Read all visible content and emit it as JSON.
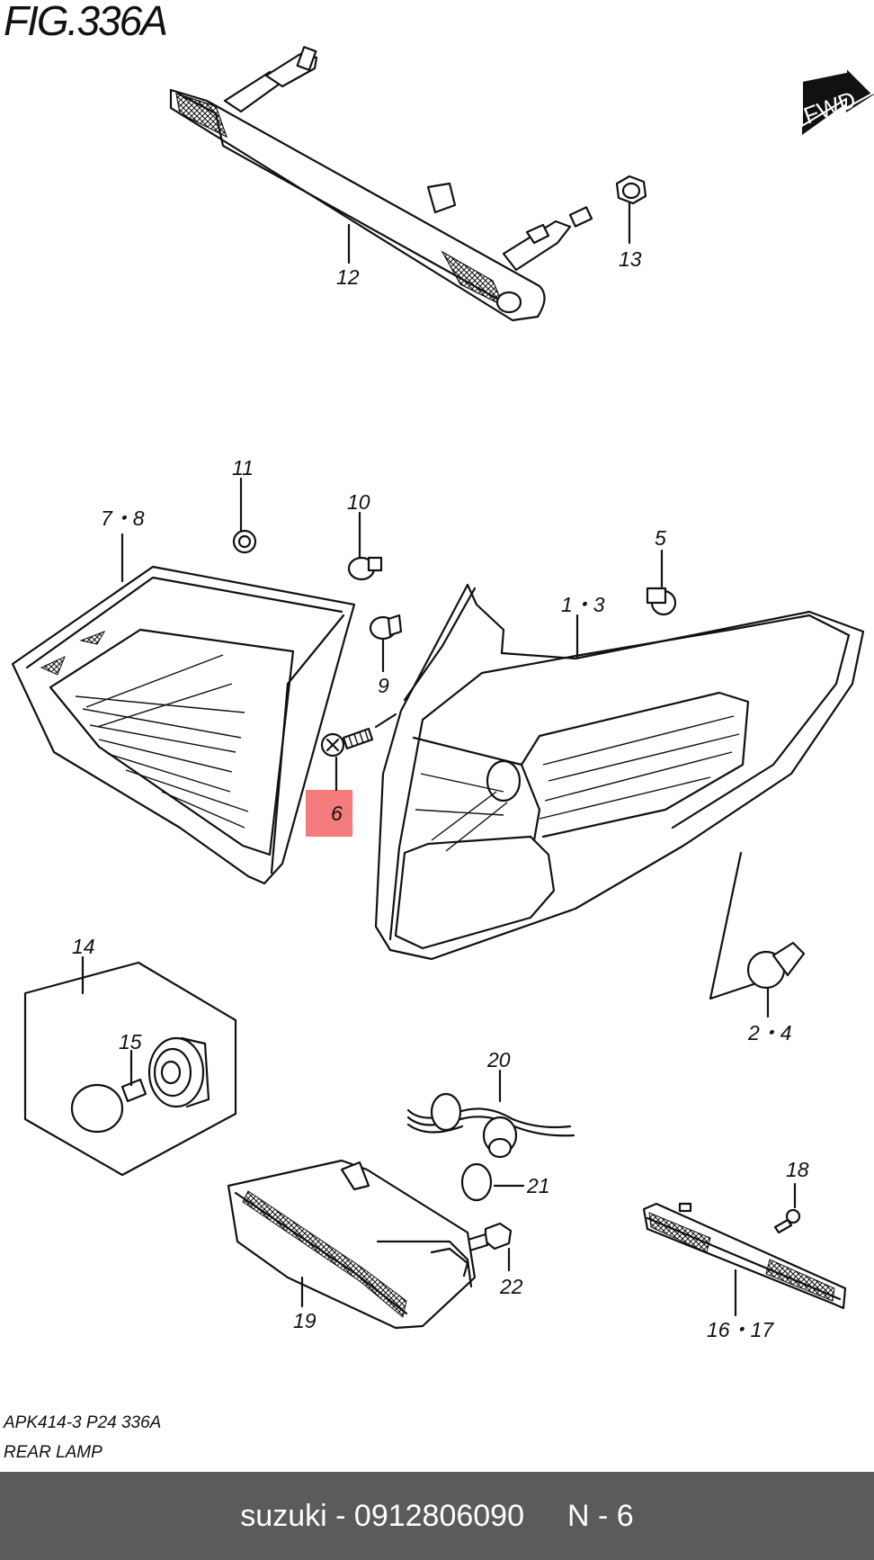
{
  "figure": {
    "title": "FIG.336A",
    "code": "APK414-3 P24 336A",
    "name": "REAR LAMP",
    "direction_badge": "FWD"
  },
  "callouts": {
    "c12": "12",
    "c13": "13",
    "c11": "11",
    "c10": "10",
    "c78": "7・8",
    "c5": "5",
    "c13b": "1・3",
    "c9": "9",
    "c6": "6",
    "c14": "14",
    "c15": "15",
    "c24": "2・4",
    "c20": "20",
    "c21": "21",
    "c18": "18",
    "c22": "22",
    "c19": "19",
    "c1617": "16・17"
  },
  "highlight": {
    "part": "6",
    "color": "#f47b7b"
  },
  "bottom_bar": {
    "brand": "suzuki",
    "separator": "-",
    "part_number": "0912806090",
    "position": "N - 6"
  },
  "colors": {
    "line": "#111111",
    "bar": "#5b5b5b"
  }
}
